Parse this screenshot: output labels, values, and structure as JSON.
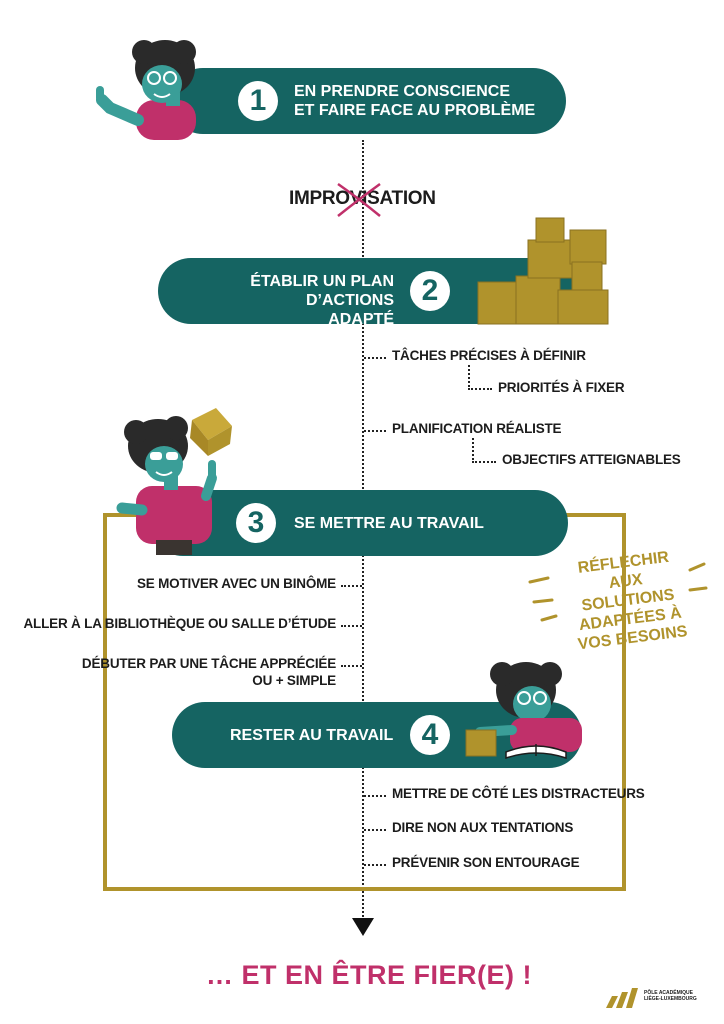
{
  "steps": [
    {
      "number": "1",
      "line1": "EN PRENDRE CONSCIENCE",
      "line2": "ET FAIRE FACE AU PROBLÈME"
    },
    {
      "number": "2",
      "line1": "ÉTABLIR UN PLAN",
      "line2": "D’ACTIONS ADAPTÉ"
    },
    {
      "number": "3",
      "line1": "SE METTRE AU TRAVAIL"
    },
    {
      "number": "4",
      "line1": "RESTER AU TRAVAIL"
    }
  ],
  "improvisation": {
    "before": "IMPRO",
    "struck": "VIS",
    "after": "ATION"
  },
  "plan_items": [
    "TÂCHES PRÉCISES À DÉFINIR",
    "PRIORITÉS À FIXER",
    "PLANIFICATION RÉALISTE",
    "OBJECTIFS ATTEIGNABLES"
  ],
  "work_items": [
    "SE MOTIVER AVEC UN BINÔME",
    "ALLER À LA BIBLIOTHÈQUE OU SALLE D’ÉTUDE",
    "DÉBUTER PAR UNE TÂCHE APPRÉCIÉE",
    "OU + SIMPLE"
  ],
  "stay_items": [
    "METTRE DE CÔTÉ LES DISTRACTEURS",
    "DIRE NON AUX TENTATIONS",
    "PRÉVENIR SON ENTOURAGE"
  ],
  "callout": [
    "RÉFLÉCHIR",
    "AUX SOLUTIONS",
    "ADAPTÉES À",
    "VOS BESOINS"
  ],
  "final": "… ET EN ÊTRE FIER(E) !",
  "logo": [
    "PÔLE ACADÉMIQUE",
    "LIÈGE-LUXEMBOURG"
  ],
  "colors": {
    "teal": "#156462",
    "gold": "#b0932c",
    "magenta": "#c0306a",
    "skin": "#3a9e98"
  }
}
